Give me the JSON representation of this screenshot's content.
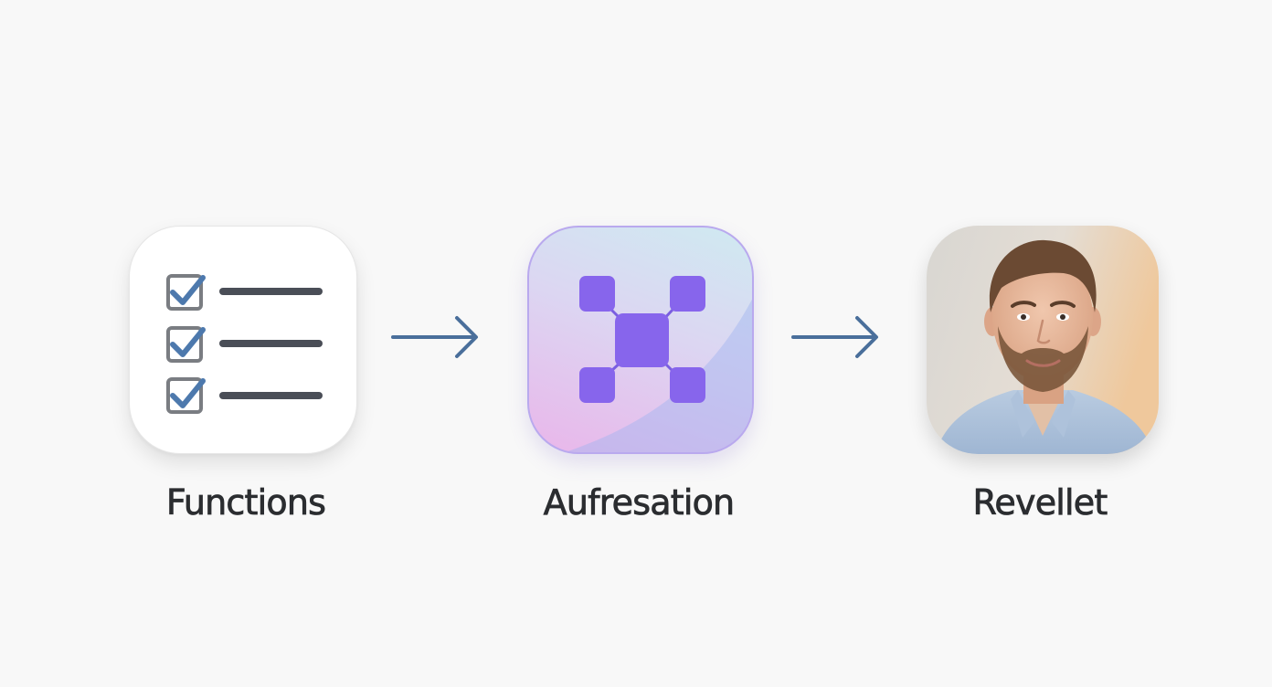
{
  "steps": [
    {
      "label": "Functions",
      "icon": "checklist-icon"
    },
    {
      "label": "Aufresation",
      "icon": "network-nodes-icon"
    },
    {
      "label": "Revellet",
      "icon": "portrait-photo"
    }
  ],
  "colors": {
    "background": "#f8f8f8",
    "caption_text": "#2b2d30",
    "arrow": "#4a6f9b",
    "checkbox_border": "#7a7d82",
    "checkmark": "#4d79ad",
    "list_line": "#4a4e57",
    "node": "#8765ec"
  }
}
